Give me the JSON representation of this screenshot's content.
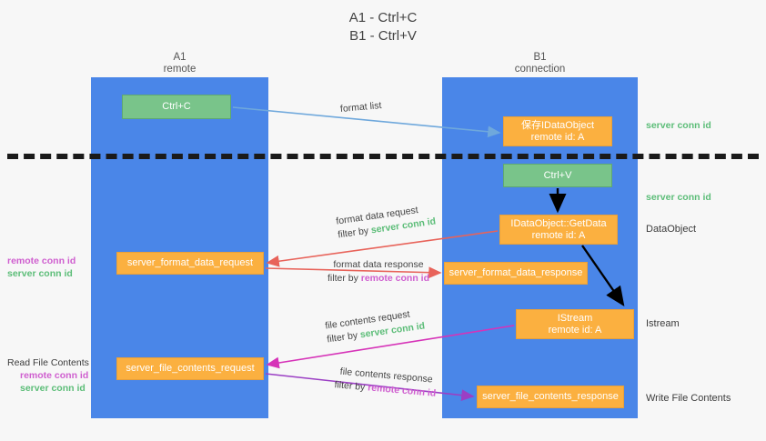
{
  "title": {
    "line1": "A1 - Ctrl+C",
    "line2": "B1 - Ctrl+V"
  },
  "lanes": [
    {
      "id": "a1",
      "name": "A1",
      "subtitle": "remote",
      "color": "#4a86e8"
    },
    {
      "id": "b1",
      "name": "B1",
      "subtitle": "connection",
      "color": "#4a86e8"
    }
  ],
  "nodes": {
    "ctrl_c": {
      "label": "Ctrl+C",
      "style": "green"
    },
    "save_idataobject": {
      "line1": "保存IDataObject",
      "line2": "remote id: A",
      "style": "orange"
    },
    "ctrl_v": {
      "label": "Ctrl+V",
      "style": "green"
    },
    "getdata": {
      "line1": "IDataObject::GetData",
      "line2": "remote id: A",
      "style": "orange"
    },
    "istream": {
      "line1": "IStream",
      "line2": "remote id: A",
      "style": "orange"
    },
    "server_format_data_request": {
      "label": "server_format_data_request",
      "style": "orange"
    },
    "server_format_data_response": {
      "label": "server_format_data_response",
      "style": "orange"
    },
    "server_file_contents_request": {
      "label": "server_file_contents_request",
      "style": "orange"
    },
    "server_file_contents_response": {
      "label": "server_file_contents_response",
      "style": "orange"
    }
  },
  "edge_labels": {
    "format_list": "format list",
    "format_data_request": "format data request",
    "format_data_request_filter_prefix": "filter by ",
    "format_data_request_filter_value": "server conn id",
    "format_data_response": "format data response",
    "format_data_response_filter_prefix": "filter by ",
    "format_data_response_filter_value": "remote conn id",
    "file_contents_request": "file contents request",
    "file_contents_request_filter_prefix": "filter by ",
    "file_contents_request_filter_value": "server conn id",
    "file_contents_response": "file contents response",
    "file_contents_response_filter_prefix": "filter by ",
    "file_contents_response_filter_value": "remote conn id"
  },
  "side_annotations": {
    "left_remote_conn_id": "remote conn id",
    "left_server_conn_id": "server conn id",
    "read_file_contents": "Read File Contents",
    "left2_remote_conn_id": "remote conn id",
    "left2_server_conn_id": "server conn id"
  },
  "right_annotations": {
    "server_conn_id_top": "server conn id",
    "server_conn_id_mid": "server conn id",
    "data_object": "DataObject",
    "istream": "Istream",
    "write_file_contents": "Write File Contents"
  },
  "colors": {
    "lane": "#4a86e8",
    "green_node": "#79c48a",
    "orange_node": "#fbb040",
    "green_text": "#5cbd78",
    "purple_text": "#cf5ecf",
    "arrow_blue": "#6fa8dc",
    "arrow_red": "#e8635a",
    "arrow_magenta": "#d633b8",
    "arrow_purple": "#9b3fc4",
    "arrow_black": "#000000",
    "background": "#f7f7f7"
  }
}
